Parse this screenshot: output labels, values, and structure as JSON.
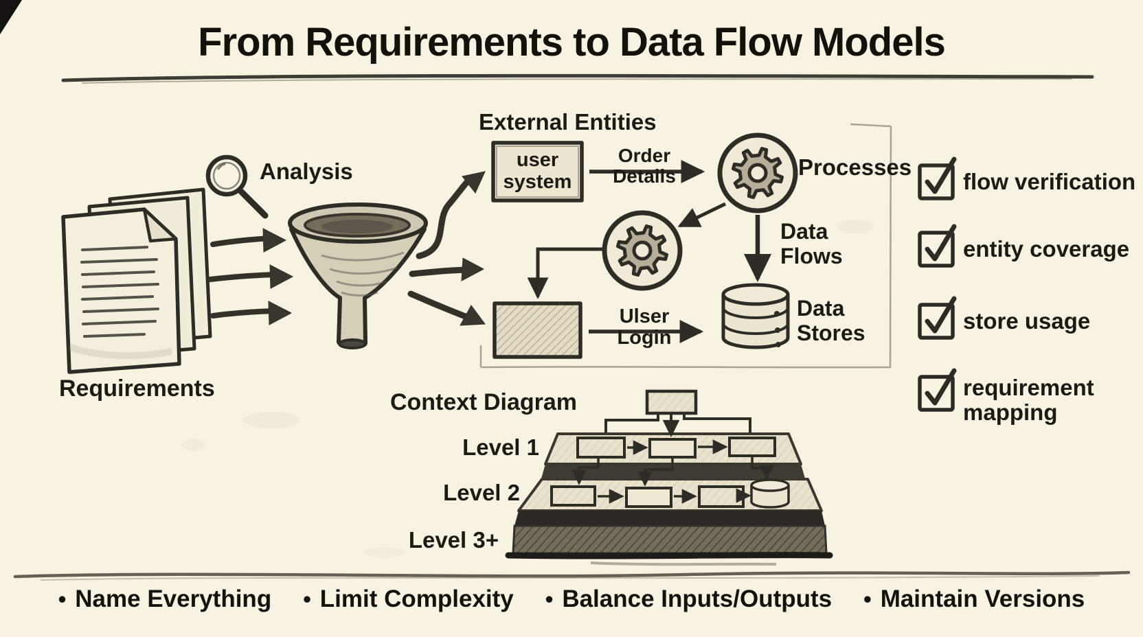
{
  "title": "From Requirements to Data Flow Models",
  "colors": {
    "background": "#f7f2e1",
    "ink": "#1d1a15",
    "sketch": "#2f2b26",
    "shade_dark": "#3f3b34",
    "paper_fill": "#f2edd9"
  },
  "pipeline": {
    "requirements_label": "Requirements",
    "analysis_label": "Analysis"
  },
  "dfd": {
    "panel_title": "External Entities",
    "entity_box_label": "user system",
    "flow1_label": "Order Details",
    "processes_label": "Processes",
    "data_flows_label": "Data Flows",
    "flow2_label": "Ulser Login",
    "data_stores_label": "Data Stores"
  },
  "checklist": [
    {
      "label": "flow verification",
      "checked": true
    },
    {
      "label": "entity coverage",
      "checked": true
    },
    {
      "label": "store usage",
      "checked": true
    },
    {
      "label": "requirement mapping",
      "checked": true
    }
  ],
  "hierarchy": {
    "context_label": "Context Diagram",
    "level1_label": "Level 1",
    "level2_label": "Level 2",
    "level3_label": "Level 3+"
  },
  "footer": {
    "bullet": "•",
    "items": [
      "Name Everything",
      "Limit Complexity",
      "Balance Inputs/Outputs",
      "Maintain Versions"
    ]
  },
  "icons": {
    "gear-icon": "⚙",
    "magnifier-icon": "🔍",
    "checkbox-checked-icon": "☑"
  }
}
